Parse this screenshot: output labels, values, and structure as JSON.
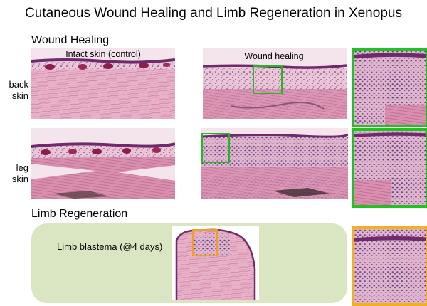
{
  "title": "Cutaneous Wound Healing and Limb Regeneration in Xenopus",
  "sections": {
    "wound_healing": "Wound Healing",
    "limb_regeneration": "Limb Regeneration"
  },
  "row_labels": {
    "back": [
      "back",
      "skin"
    ],
    "leg": [
      "leg",
      "skin"
    ]
  },
  "captions": {
    "intact": "Intact skin (control)",
    "wound": "Wound healing",
    "blastema": "Limb blastema (@4 days)"
  },
  "colors": {
    "tissue_pink": "#e4a9c0",
    "tissue_light": "#efd0dd",
    "epidermis": "#6e2a6a",
    "gland": "#8a1f4f",
    "highlight_green": "#1fc21f",
    "highlight_orange": "#f0b020",
    "blastema_bg": "#d9e6c1"
  }
}
